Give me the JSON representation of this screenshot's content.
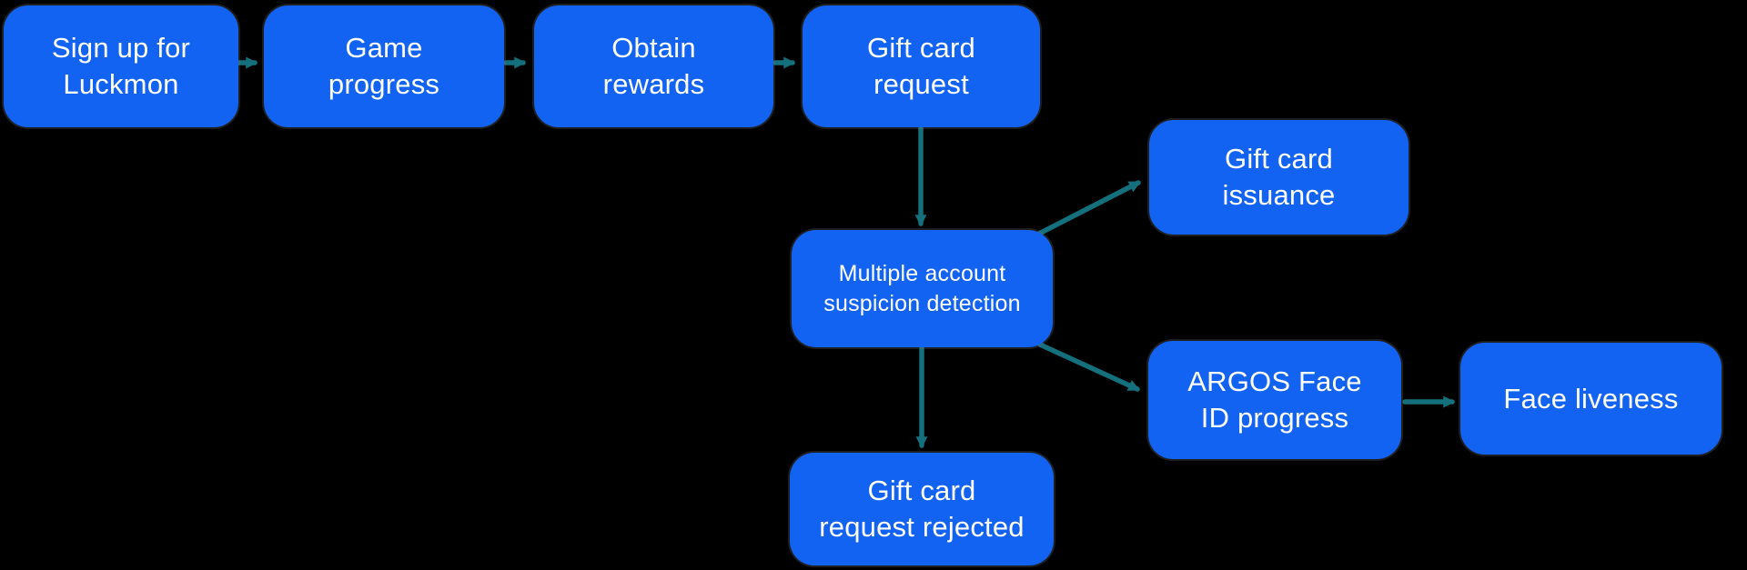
{
  "diagram": {
    "background_color": "#000000",
    "node_fill_color": "#1263F2",
    "node_text_color": "#FFFFFF",
    "connector_color": "#15707E",
    "nodes": [
      {
        "id": "sign-up-for-luckmon",
        "label": "Sign up for\nLuckmon"
      },
      {
        "id": "game-progress",
        "label": "Game\nprogress"
      },
      {
        "id": "obtain-rewards",
        "label": "Obtain\nrewards"
      },
      {
        "id": "gift-card-request",
        "label": "Gift card\nrequest"
      },
      {
        "id": "gift-card-issuance",
        "label": "Gift card\nissuance"
      },
      {
        "id": "multiple-account-suspicion-detection",
        "label": "Multiple account\nsuspicion detection"
      },
      {
        "id": "argos-face-id-progress",
        "label": "ARGOS Face\nID progress"
      },
      {
        "id": "face-liveness",
        "label": "Face liveness"
      },
      {
        "id": "gift-card-request-rejected",
        "label": "Gift card\nrequest rejected"
      }
    ],
    "edges": [
      {
        "from": "sign-up-for-luckmon",
        "to": "game-progress"
      },
      {
        "from": "game-progress",
        "to": "obtain-rewards"
      },
      {
        "from": "obtain-rewards",
        "to": "gift-card-request"
      },
      {
        "from": "gift-card-request",
        "to": "multiple-account-suspicion-detection"
      },
      {
        "from": "multiple-account-suspicion-detection",
        "to": "gift-card-issuance"
      },
      {
        "from": "multiple-account-suspicion-detection",
        "to": "argos-face-id-progress"
      },
      {
        "from": "multiple-account-suspicion-detection",
        "to": "gift-card-request-rejected"
      },
      {
        "from": "argos-face-id-progress",
        "to": "face-liveness"
      }
    ]
  }
}
